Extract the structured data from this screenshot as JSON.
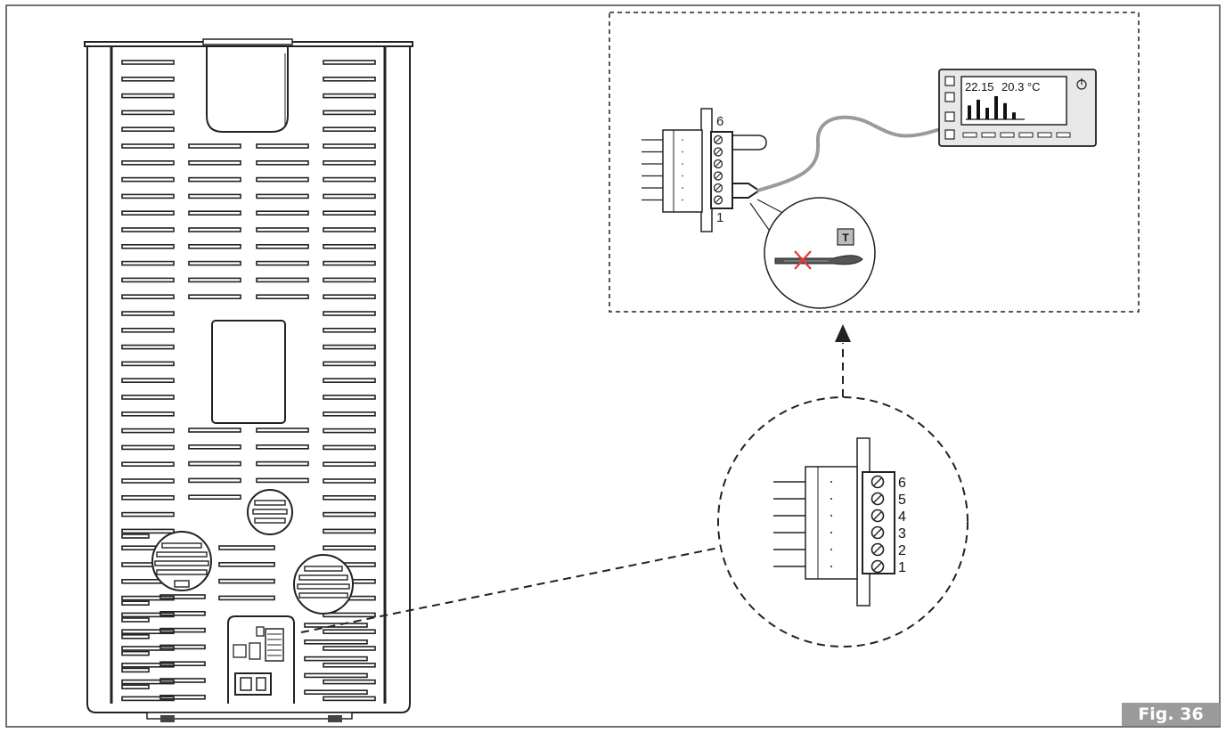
{
  "figure_label": "Fig. 36",
  "thermostat": {
    "reading_1": "22.15",
    "reading_2": "20.3 °C",
    "power_icon": "power-icon",
    "bar_levels": [
      0.6,
      0.85,
      0.5,
      1.0,
      0.7,
      0.3
    ]
  },
  "top_terminal": {
    "label_top": "6",
    "label_bottom": "1"
  },
  "probe_inset": {
    "badge": "T",
    "mark": "red-cross-icon",
    "mark_color": "#e53935"
  },
  "terminal_zoom": {
    "labels": [
      "6",
      "5",
      "4",
      "3",
      "2",
      "1"
    ]
  },
  "colors": {
    "line": "#222222",
    "cable": "#9a9a9a",
    "fig_badge": "#9b9b9b"
  }
}
